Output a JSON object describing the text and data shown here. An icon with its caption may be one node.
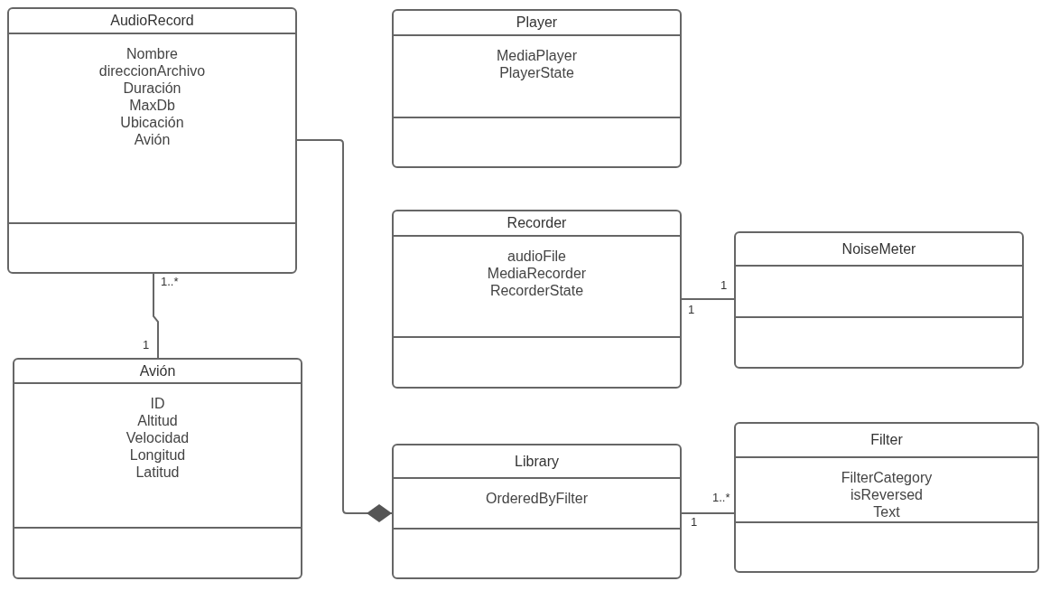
{
  "diagram": {
    "nodes": [
      {
        "text": [
          "AudioRecord",
          "Nombre",
          "direccionArchivo",
          "Duración",
          "MaxDb",
          "Ubicación",
          "Avión"
        ]
      },
      {
        "text": [
          "Player",
          "MediaPlayer",
          "PlayerState"
        ]
      },
      {
        "text": [
          "Recorder",
          "audioFile",
          "MediaRecorder",
          "RecorderState"
        ]
      },
      {
        "text": [
          "NoiseMeter"
        ]
      },
      {
        "text": [
          "Avión",
          "ID",
          "Altitud",
          "Velocidad",
          "Longitud",
          "Latitud"
        ]
      },
      {
        "text": [
          "Library",
          "OrderedByFilter"
        ]
      },
      {
        "text": [
          "Filter",
          "FilterCategory",
          "isReversed",
          "Text"
        ]
      }
    ],
    "edges": [
      {
        "from": 0,
        "to": 4,
        "arrow": "none"
      },
      {
        "from": 0,
        "to": 5,
        "arrow": "other"
      },
      {
        "from": 2,
        "to": 3,
        "arrow": "none"
      },
      {
        "from": 5,
        "to": 6,
        "arrow": "none"
      }
    ],
    "labels": [
      "1..*",
      "1",
      "1",
      "1",
      "1..*",
      "1"
    ]
  }
}
